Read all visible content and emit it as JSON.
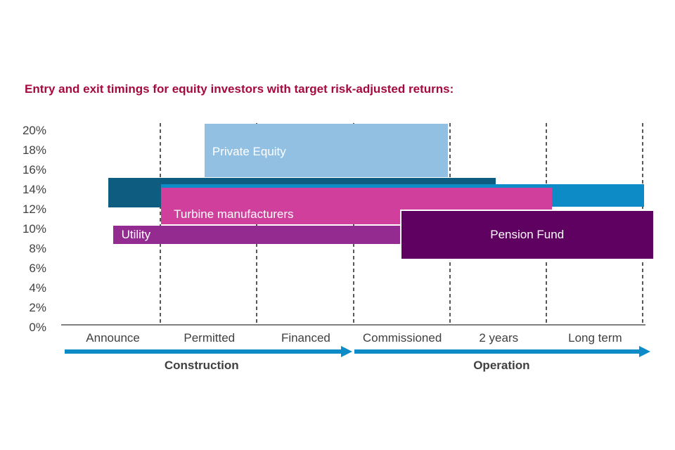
{
  "title": {
    "text": "Entry and exit timings for equity investors with target risk-adjusted returns:",
    "color": "#a60a3d"
  },
  "chart_data": {
    "type": "bar",
    "subtype": "floating-range-bars-on-timeline",
    "title": "Entry and exit timings for equity investors with target risk-adjusted returns:",
    "x_axis": {
      "categories": [
        "Announce",
        "Permitted",
        "Financed",
        "Commissioned",
        "2 years",
        "Long term"
      ],
      "gridlines": "dashed-vertical-at-category-boundaries"
    },
    "y_axis": {
      "min": 0,
      "max": 20,
      "step": 2,
      "tick_labels": [
        "0%",
        "2%",
        "4%",
        "6%",
        "8%",
        "10%",
        "12%",
        "14%",
        "16%",
        "18%",
        "20%"
      ],
      "grid": false
    },
    "bars": [
      {
        "name": "dark-navy-bar",
        "label": "",
        "color": "#0f5c81",
        "text_color": "#ffffff",
        "timeline_units": [
          0.45,
          4.47
        ],
        "return_pct": [
          11.9,
          14.9
        ],
        "label_align": "left",
        "label_dx": 0,
        "label_dy": 0
      },
      {
        "name": "bright-blue-bar",
        "label": "",
        "color": "#0d8bc7",
        "text_color": "#ffffff",
        "timeline_units": [
          1.0,
          6.01
        ],
        "return_pct": [
          12.0,
          14.3
        ],
        "label_align": "left",
        "label_dx": 0,
        "label_dy": 0
      },
      {
        "name": "private-equity-bar",
        "label": "Private Equity",
        "color": "#92c0e3",
        "text_color": "#ffffff",
        "timeline_units": [
          1.45,
          3.97
        ],
        "return_pct": [
          15.0,
          20.4
        ],
        "label_align": "left",
        "label_dx": 11,
        "label_dy": 2
      },
      {
        "name": "turbine-manufacturers-bar",
        "label": "Turbine manufacturers",
        "color": "#d03f9c",
        "text_color": "#ffffff",
        "timeline_units": [
          1.0,
          5.05
        ],
        "return_pct": [
          10.2,
          13.9
        ],
        "label_align": "left",
        "label_dx": 18,
        "label_dy": 12
      },
      {
        "name": "utility-bar",
        "label": "Utility",
        "color": "#942b90",
        "text_color": "#ffffff",
        "timeline_units": [
          0.5,
          3.49
        ],
        "return_pct": [
          8.2,
          10.1
        ],
        "label_align": "left",
        "label_dx": 12,
        "label_dy": 0
      },
      {
        "name": "pension-fund-bar",
        "label": "Pension Fund",
        "color": "#5e0160",
        "text_color": "#ffffff",
        "timeline_units": [
          3.49,
          6.1
        ],
        "return_pct": [
          6.7,
          11.6
        ],
        "label_align": "center",
        "label_dx": 0,
        "label_dy": 0,
        "outline": "#ffffff"
      }
    ],
    "phases": [
      {
        "name": "construction-phase",
        "label": "Construction",
        "units": [
          0,
          3
        ],
        "arrow_from_unit": 0,
        "arrow_tip_unit": 2.98,
        "label_center_unit": 1.42,
        "color": "#0d8bc7"
      },
      {
        "name": "operation-phase",
        "label": "Operation",
        "units": [
          3,
          6
        ],
        "arrow_from_unit": 3.0,
        "arrow_tip_unit": 6.07,
        "label_center_unit": 4.53,
        "color": "#0d8bc7"
      }
    ],
    "axis_style": {
      "axis_line_color": "#808080",
      "gridline_color": "#595959",
      "tick_text_color": "#3f3f3f",
      "phase_text_color": "#404040"
    },
    "legend": "none"
  }
}
